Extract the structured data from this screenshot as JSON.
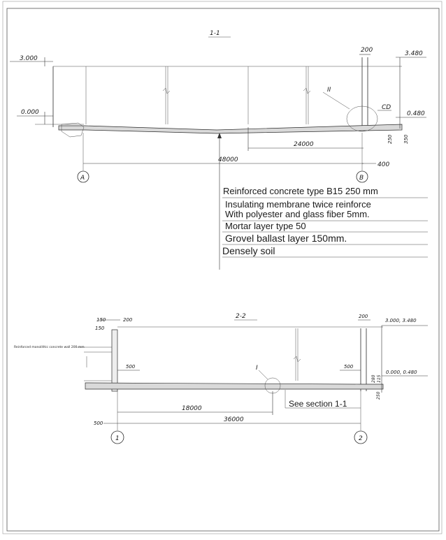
{
  "section_1": {
    "title": "1-1",
    "dims": {
      "level_top": "3.000",
      "level_zero": "0.000",
      "top_200": "200",
      "level_right_top": "3.480",
      "level_right_low": "0.480",
      "span_half": "24000",
      "span_full": "48000",
      "right_400": "400",
      "cd": "CD",
      "r250": "250",
      "r350": "350"
    },
    "detail_marker": "II",
    "axis_left": "A",
    "axis_right": "B"
  },
  "layers": [
    "Reinforced concrete type B15 250 mm",
    "Insulating membrane twice reinforce",
    "With polyester and glass fiber 5mm.",
    "Mortar layer type 50",
    "Grovel ballast layer  150mm.",
    "Densely soil"
  ],
  "section_2": {
    "title": "2-2",
    "dims": {
      "left_150_top": "150",
      "left_150_low": "150",
      "top_200_left": "200",
      "top_200_right": "200",
      "levels_top": "3.000, 3.480",
      "levels_low": "0.000, 0.480",
      "left_500": "500",
      "right_500": "500",
      "span_half": "18000",
      "span_full": "36000",
      "base_500": "500",
      "r280": "280",
      "r115": "115",
      "r250": "250"
    },
    "wall_label": "Reinforced monolithic concrete wall 200 mm",
    "detail_marker": "I",
    "see_section": "See section 1-1",
    "axis_left": "1",
    "axis_right": "2"
  }
}
